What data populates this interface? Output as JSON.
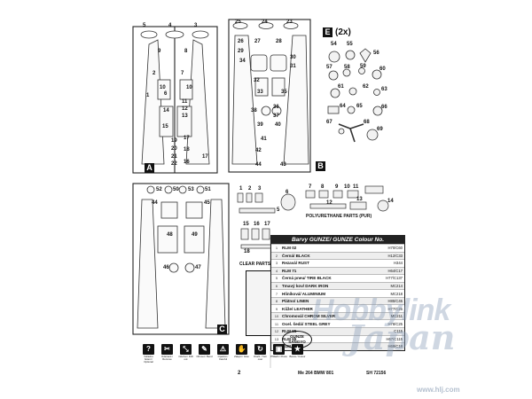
{
  "sprues": {
    "a": "A",
    "b": "B",
    "c": "C",
    "e": "E",
    "e_multiplier": "(2x)"
  },
  "part_numbers": {
    "sprue_a": [
      "5",
      "4",
      "3",
      "9",
      "8",
      "2",
      "7",
      "10",
      "1",
      "6",
      "10",
      "11",
      "12",
      "13",
      "14",
      "15",
      "19",
      "20",
      "21",
      "22",
      "17",
      "18",
      "16",
      "17"
    ],
    "sprue_b": [
      "25",
      "24",
      "23",
      "26",
      "27",
      "28",
      "29",
      "34",
      "30",
      "31",
      "32",
      "33",
      "35",
      "36",
      "37",
      "38",
      "39",
      "40",
      "41",
      "42",
      "43",
      "44"
    ],
    "sprue_e": [
      "54",
      "55",
      "56",
      "57",
      "58",
      "59",
      "60",
      "61",
      "62",
      "63",
      "64",
      "65",
      "66",
      "67",
      "68",
      "69"
    ],
    "sprue_c": [
      "52",
      "50",
      "53",
      "51",
      "44",
      "48",
      "45",
      "49",
      "46",
      "47"
    ],
    "poly": [
      "1",
      "2",
      "3",
      "6",
      "7",
      "8",
      "9",
      "10",
      "11",
      "12",
      "13",
      "5",
      "14",
      "15",
      "16",
      "17",
      "18"
    ]
  },
  "sections": {
    "polyurethane": "POLYURETHANE PARTS (PUR)",
    "clear": "CLEAR PARTS (CP)"
  },
  "colour_table": {
    "title": "Barvy GUNZE/ GUNZE Colour No.",
    "rows": [
      {
        "num": "1",
        "name": "RLM 02",
        "code": "H70/C60"
      },
      {
        "num": "2",
        "name": "Černá/ BLACK",
        "code": "H12/C33"
      },
      {
        "num": "3",
        "name": "Rezavá/ RUST",
        "code": "H344"
      },
      {
        "num": "4",
        "name": "RLM 71",
        "code": "H64/C17"
      },
      {
        "num": "5",
        "name": "Černá pneu/ TIRE BLACK",
        "code": "H77/C137"
      },
      {
        "num": "6",
        "name": "Tmavý kov/ DARK IRON",
        "code": "MC214"
      },
      {
        "num": "7",
        "name": "Hliníková/ ALUMINIUM",
        "code": "MC218"
      },
      {
        "num": "8",
        "name": "Plátno/ LINEN",
        "code": "H85/C45"
      },
      {
        "num": "9",
        "name": "Kůže/ LEATHER",
        "code": "H77/C25"
      },
      {
        "num": "10",
        "name": "Chromová/ CHROM SILVER",
        "code": "MC211"
      },
      {
        "num": "11",
        "name": "Ocel. šedá/ STEEL GREY",
        "code": "H78/C25"
      },
      {
        "num": "12",
        "name": "RLM 65",
        "code": "C115"
      },
      {
        "num": "13",
        "name": "RLM 65",
        "code": "H67/C115"
      },
      {
        "num": "14",
        "name": "RLM 75",
        "code": "H69/C18"
      }
    ]
  },
  "legend": [
    {
      "icon": "?",
      "text": "Volitelné řešení / Optional"
    },
    {
      "icon": "✂",
      "text": "Odstranit / Remove"
    },
    {
      "icon": "⤡",
      "text": "Odvrtat / Drill out"
    },
    {
      "icon": "✎",
      "text": "Ohnout / Bend"
    },
    {
      "icon": "⚠",
      "text": "Opatrně / Careful"
    },
    {
      "icon": "✋",
      "text": "Zalepit / Glue"
    },
    {
      "icon": "↻",
      "text": "Otočit / Turn over"
    },
    {
      "icon": "▣",
      "text": "Přitlačit / Press"
    },
    {
      "icon": "★",
      "text": "Barva / Colour"
    }
  ],
  "badge": {
    "line1": "GUNZE",
    "line2": "SANGYO"
  },
  "footer": {
    "page": "2",
    "title": "Me 264 BMW 801",
    "code": "SH 72156"
  },
  "watermark": {
    "main": "Hobbylink",
    "jp": "Japan",
    "url": "www.hlj.com"
  },
  "colors": {
    "ink": "#111111",
    "panel_line": "#444444",
    "watermark": "#8ca0b9"
  }
}
